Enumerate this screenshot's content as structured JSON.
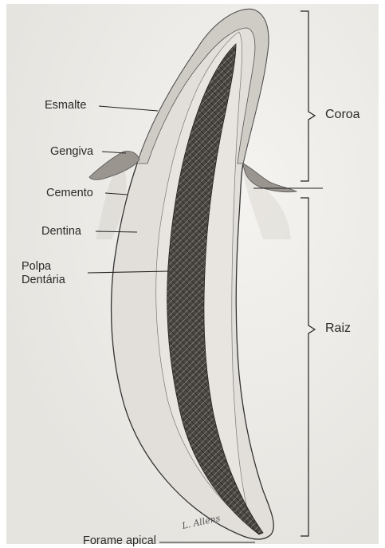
{
  "labels": {
    "esmalte": "Esmalte",
    "gengiva": "Gengiva",
    "cemento": "Cemento",
    "dentina": "Dentina",
    "polpa": "Polpa\nDentária",
    "forame": "Forame apical",
    "coroa": "Coroa",
    "raiz": "Raiz"
  },
  "signature": "L. Allens",
  "colors": {
    "paper": "#f3f2ef",
    "enamel": "#d7d4ce",
    "dentin": "#e4e1dc",
    "pulp": "#3e3b38",
    "line": "#222222"
  }
}
